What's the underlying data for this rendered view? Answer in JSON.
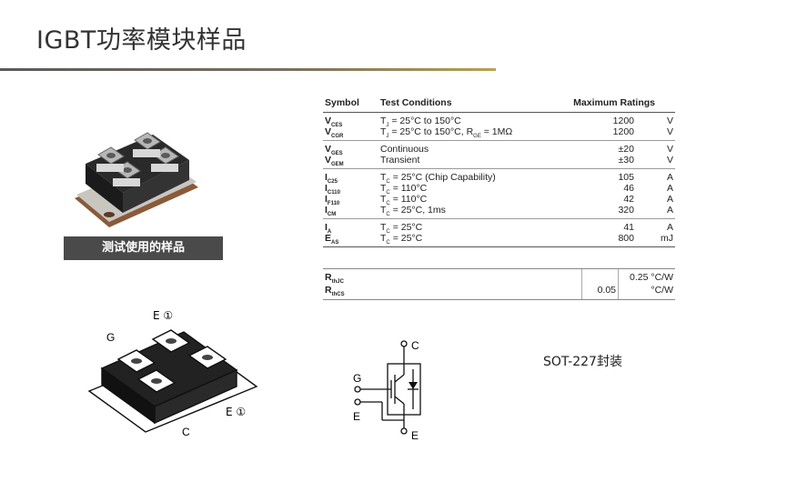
{
  "page": {
    "title": "IGBT功率模块样品"
  },
  "photo": {
    "caption": "测试使用的样品"
  },
  "spec_table": {
    "headers": {
      "symbol": "Symbol",
      "conditions": "Test Conditions",
      "ratings": "Maximum Ratings"
    },
    "groups": [
      {
        "rows": [
          {
            "sym": "V",
            "sub": "CES",
            "cond": "T",
            "cond_sub": "J",
            "cond_rest": "= 25°C to 150°C",
            "value": "1200",
            "unit": "V"
          },
          {
            "sym": "V",
            "sub": "CGR",
            "cond": "T",
            "cond_sub": "J",
            "cond_rest": "= 25°C to 150°C, R",
            "cond_sub2": "GE",
            "cond_rest2": " = 1MΩ",
            "value": "1200",
            "unit": "V"
          }
        ]
      },
      {
        "rows": [
          {
            "sym": "V",
            "sub": "GES",
            "cond": "Continuous",
            "value": "±20",
            "unit": "V"
          },
          {
            "sym": "V",
            "sub": "GEM",
            "cond": "Transient",
            "value": "±30",
            "unit": "V"
          }
        ]
      },
      {
        "rows": [
          {
            "sym": "I",
            "sub": "C25",
            "cond": "T",
            "cond_sub": "C",
            "cond_rest": "= 25°C (Chip Capability)",
            "value": "105",
            "unit": "A"
          },
          {
            "sym": "I",
            "sub": "C110",
            "cond": "T",
            "cond_sub": "C",
            "cond_rest": "= 110°C",
            "value": "46",
            "unit": "A"
          },
          {
            "sym": "I",
            "sub": "F110",
            "cond": "T",
            "cond_sub": "C",
            "cond_rest": "= 110°C",
            "value": "42",
            "unit": "A"
          },
          {
            "sym": "I",
            "sub": "CM",
            "cond": "T",
            "cond_sub": "C",
            "cond_rest": "= 25°C, 1ms",
            "value": "320",
            "unit": "A"
          }
        ]
      },
      {
        "rows": [
          {
            "sym": "I",
            "sub": "A",
            "cond": "T",
            "cond_sub": "C",
            "cond_rest": "= 25°C",
            "value": "41",
            "unit": "A"
          },
          {
            "sym": "E",
            "sub": "AS",
            "cond": "T",
            "cond_sub": "C",
            "cond_rest": "= 25°C",
            "value": "800",
            "unit": "mJ"
          }
        ]
      }
    ]
  },
  "thermal_table": {
    "rows": [
      {
        "sym": "R",
        "sub": "thJC",
        "typ": "",
        "max": "0.25 °C/W"
      },
      {
        "sym": "R",
        "sub": "thCS",
        "typ": "0.05",
        "max": "°C/W"
      }
    ]
  },
  "drawing": {
    "label_g": "G",
    "label_e_top": "E ①",
    "label_e_right": "E ①",
    "label_c": "C"
  },
  "symbol": {
    "label_c": "C",
    "label_g": "G",
    "label_e_left": "E",
    "label_e_bottom": "E"
  },
  "package": {
    "label": "SOT-227封装"
  }
}
